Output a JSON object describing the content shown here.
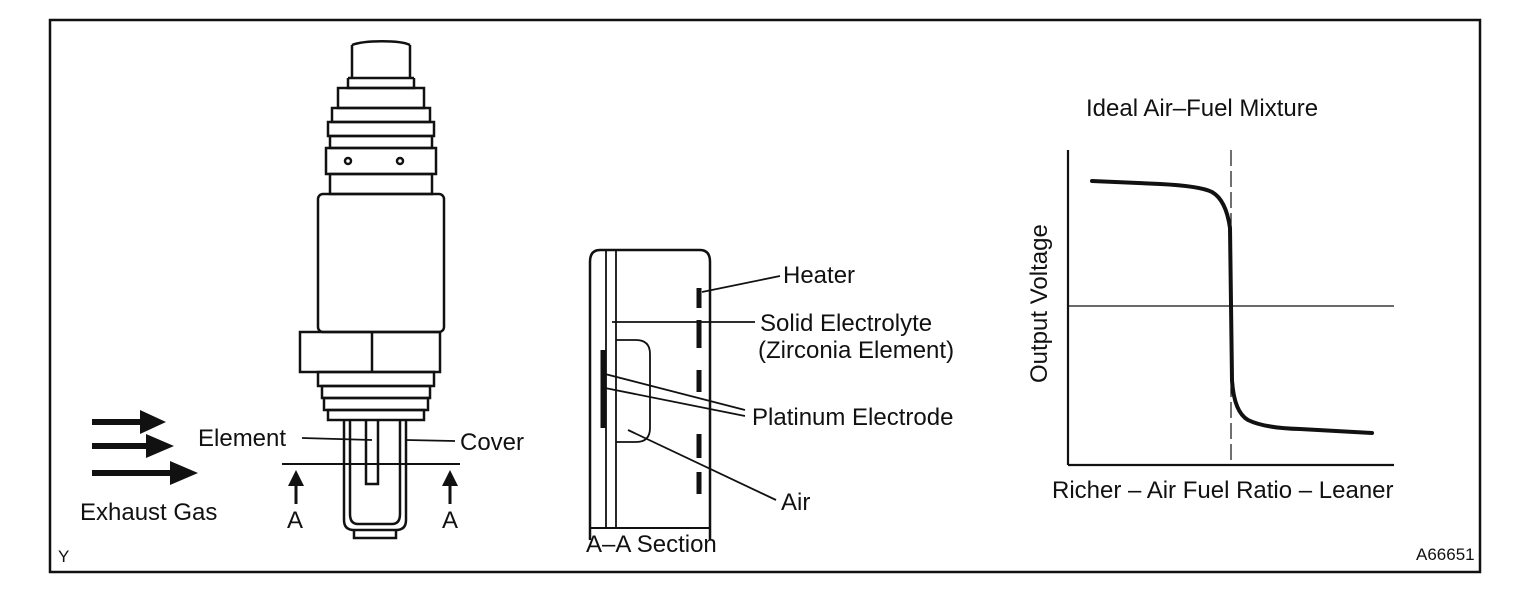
{
  "sensor": {
    "labels": {
      "element": "Element",
      "cover": "Cover",
      "exhaust_gas": "Exhaust Gas",
      "section_left": "A",
      "section_right": "A"
    }
  },
  "section": {
    "title": "A–A Section",
    "labels": {
      "heater": "Heater",
      "solid_electrolyte_1": "Solid Electrolyte",
      "solid_electrolyte_2": "(Zirconia Element)",
      "platinum_electrode": "Platinum Electrode",
      "air": "Air"
    }
  },
  "graph": {
    "title": "Ideal Air–Fuel Mixture",
    "ylabel": "Output Voltage",
    "xlabel": "Richer – Air Fuel Ratio – Leaner"
  },
  "corner": {
    "left": "Y",
    "code": "A66651"
  }
}
